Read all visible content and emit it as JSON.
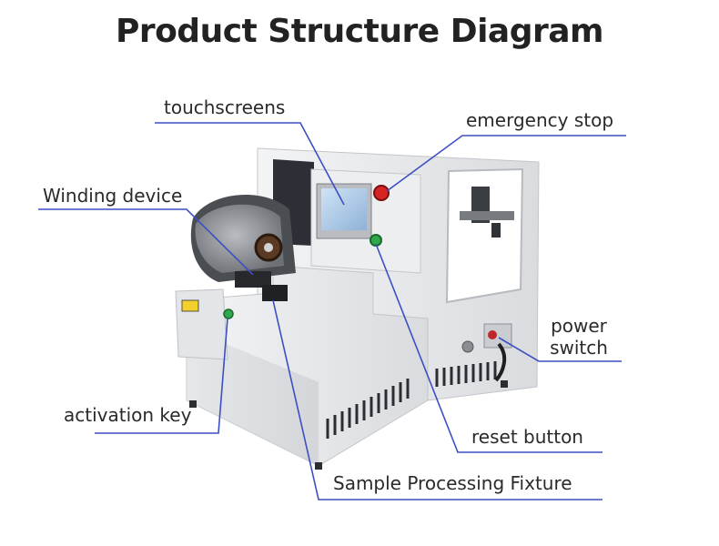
{
  "title": "Product Structure Diagram",
  "labels": {
    "touchscreens": "touchscreens",
    "emergency_stop": "emergency stop",
    "winding_device": "Winding device",
    "power_switch_line1": "power",
    "power_switch_line2": "switch",
    "activation_key": "activation key",
    "reset_button": "reset button",
    "sample_fixture": "Sample Processing Fixture"
  },
  "colors": {
    "leader_line": "#3b4fc4",
    "label_text": "#2a2a2a",
    "machine_body": "#e9eaec",
    "emergency_stop": "#d42424",
    "reset_button": "#2fa84f"
  }
}
